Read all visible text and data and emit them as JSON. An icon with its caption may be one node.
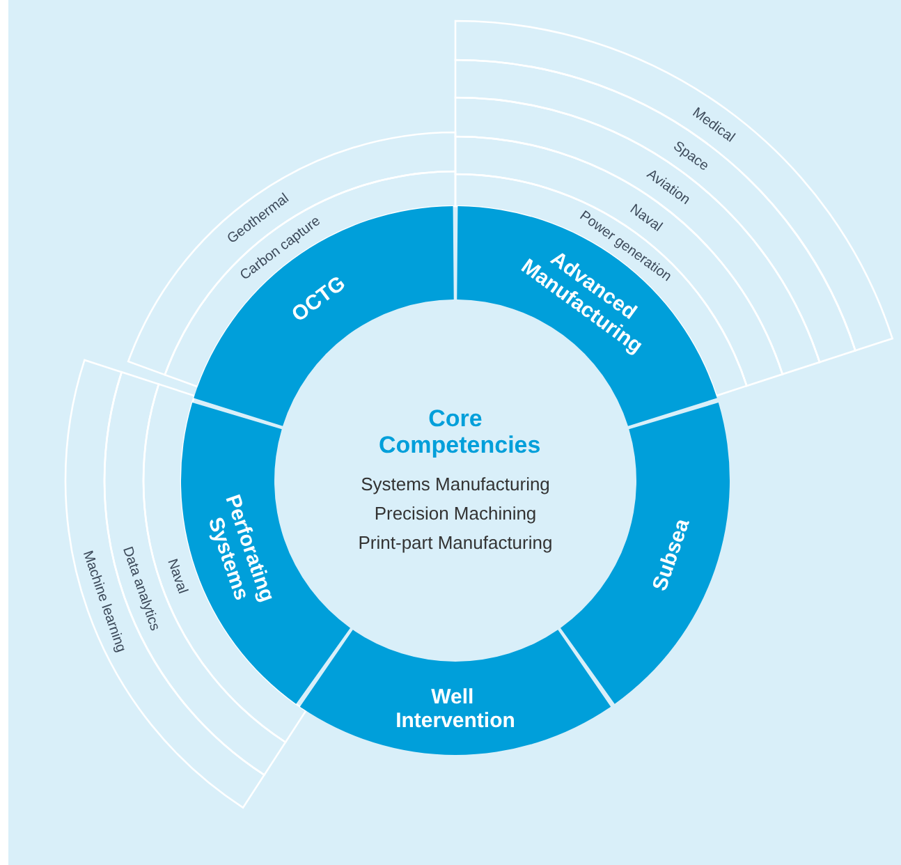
{
  "diagram": {
    "nodes": [
      {
        "text": [
          "Core Competencies",
          "Systems Manufacturing",
          "Precision Machining",
          "Print-part Manufacturing"
        ]
      },
      {
        "text": [
          "OCTG"
        ]
      },
      {
        "text": [
          "Advanced Manufacturing"
        ]
      },
      {
        "text": [
          "Subsea"
        ]
      },
      {
        "text": [
          "Well Intervention"
        ]
      },
      {
        "text": [
          "Perforating Systems"
        ]
      },
      {
        "text": [
          "Geothermal"
        ]
      },
      {
        "text": [
          "Carbon capture"
        ]
      },
      {
        "text": [
          "Medical"
        ]
      },
      {
        "text": [
          "Space"
        ]
      },
      {
        "text": [
          "Aviation"
        ]
      },
      {
        "text": [
          "Naval"
        ]
      },
      {
        "text": [
          "Power generation"
        ]
      },
      {
        "text": [
          "Naval"
        ]
      },
      {
        "text": [
          "Data analytics"
        ]
      },
      {
        "text": [
          "Machine learning"
        ]
      }
    ]
  }
}
